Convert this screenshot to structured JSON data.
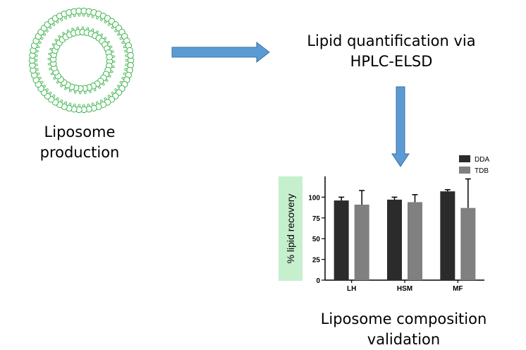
{
  "captions": {
    "liposome_production": [
      "Liposome",
      "production"
    ],
    "lipid_quantification": [
      "Lipid quantification via",
      "HPLC-ELSD"
    ],
    "composition_validation": [
      "Liposome composition",
      "validation"
    ]
  },
  "colors": {
    "liposome_green": "#3cb44b",
    "arrow_blue": "#5b9bd5",
    "arrow_border": "#41719c",
    "label_bg": "#c6efce",
    "series_dda": "#2b2b2b",
    "series_tdb": "#808080"
  },
  "icons": {
    "liposome": "liposome-bilayer-icon",
    "arrow_right": "arrow-right-icon",
    "arrow_down": "arrow-down-icon"
  },
  "chart_data": {
    "type": "bar",
    "title": "",
    "xlabel": "",
    "ylabel": "% lipid recovery",
    "categories": [
      "LH",
      "HSM",
      "MF"
    ],
    "ylim": [
      0,
      125
    ],
    "yticks": [
      0,
      25,
      50,
      75,
      100
    ],
    "legend_position": "top-right",
    "grid": false,
    "error_bars": true,
    "series": [
      {
        "name": "DDA",
        "color": "#2b2b2b",
        "values": [
          96,
          97,
          107
        ],
        "errors": [
          4,
          3,
          2
        ]
      },
      {
        "name": "TDB",
        "color": "#808080",
        "values": [
          91,
          94,
          87
        ],
        "errors": [
          17,
          9,
          35
        ]
      }
    ]
  }
}
